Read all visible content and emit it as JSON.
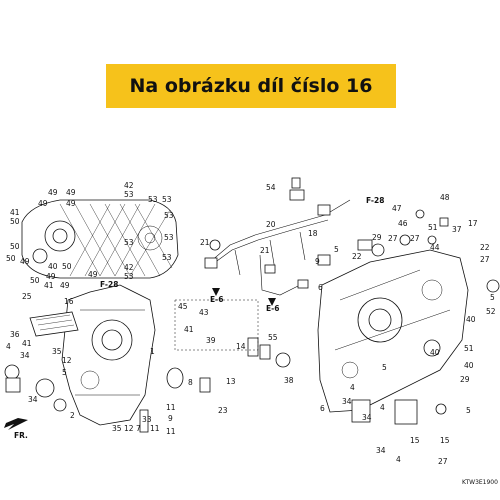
{
  "title": "Na obrázku díl číslo 16",
  "diagram_code": "KTW3E1900",
  "direction_label": "FR.",
  "refs": [
    "F-28",
    "E-6"
  ],
  "callouts": [
    "1",
    "2",
    "4",
    "5",
    "6",
    "7",
    "8",
    "9",
    "11",
    "12",
    "13",
    "14",
    "15",
    "16",
    "17",
    "18",
    "20",
    "21",
    "22",
    "23",
    "25",
    "27",
    "29",
    "33",
    "34",
    "35",
    "36",
    "37",
    "38",
    "39",
    "40",
    "41",
    "42",
    "43",
    "44",
    "45",
    "46",
    "47",
    "48",
    "49",
    "50",
    "51",
    "52",
    "53",
    "54",
    "55"
  ]
}
